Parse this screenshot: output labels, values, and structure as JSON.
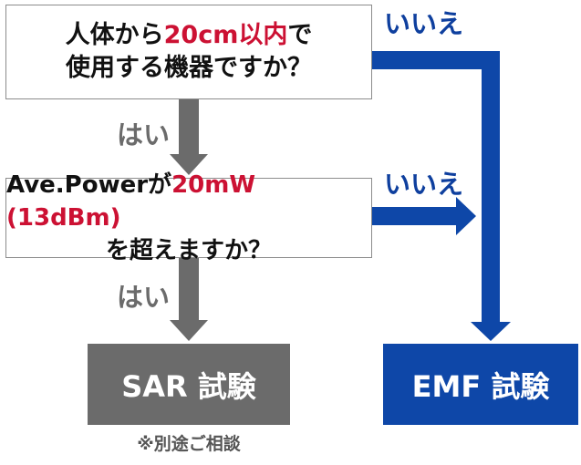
{
  "colors": {
    "gray_flow": "#6b6b6b",
    "blue_flow": "#0e47a8",
    "accent_red": "#cc1133"
  },
  "questions": {
    "q1": {
      "line1_pre": "人体から",
      "line1_accent": "20cm以内",
      "line1_post": "で",
      "line2": "使用する機器ですか？"
    },
    "q2": {
      "line1_pre": "Ave.Powerが",
      "line1_accent": "20mW (13dBm)",
      "line2": "を超えますか？"
    }
  },
  "branches": {
    "yes_label": "はい",
    "no_label": "いいえ"
  },
  "results": {
    "sar": "SAR 試験",
    "emf": "EMF 試験",
    "sar_note": "※別途ご相談"
  }
}
